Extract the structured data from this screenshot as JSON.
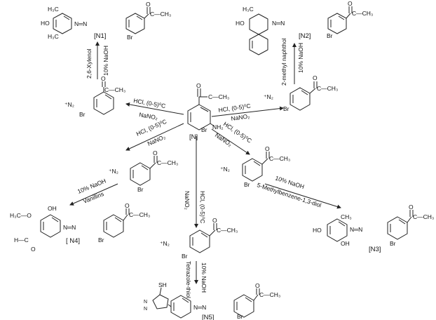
{
  "compounds": {
    "n": "[N]",
    "n1": "[N1]",
    "n2": "[N2]",
    "n3": "[N3]",
    "n4": "[ N4]",
    "n5": "[N5]"
  },
  "groups": {
    "acetyl": "C—CH₃",
    "carbonyl_o": "O",
    "azo": "N═N",
    "br": "Br",
    "nh2": "NH₂",
    "diazonium": "⁺N₂",
    "ho": "HO",
    "oh": "OH",
    "ch3": "CH₃",
    "h3c": "H₃C",
    "h3co": "H₃C—O",
    "cho": "H—C",
    "sh": "SH"
  },
  "reagents": {
    "r_n1_a": "2,6-Xylenol",
    "r_n1_b": "10% NaOH",
    "r_n2_a": "2-methyl naphthol",
    "r_n2_b": "10% NaOH",
    "r_left_a": "HCl, (0-5)⁰C",
    "r_left_b": "NaNO₂",
    "r_right_a": "HCl, (0-5)⁰C",
    "r_right_b": "NaNO₂",
    "r_lowleft_a": "HCl, (0-5)⁰C",
    "r_lowleft_b": "NaNO₂",
    "r_lowright_a": "HCl, (0-5)⁰C",
    "r_lowright_b": "NaNO₂",
    "r_down_a": "HCl, (0-5)⁰C",
    "r_down_b": "NaNO₂",
    "r_n4_a": "10% NaOH",
    "r_n4_b": "Vanillins",
    "r_n3_a": "10% NaOH",
    "r_n3_b": "5-Methylbenzene-1,3-diol",
    "r_n5_a": "Tetrazole-thiol",
    "r_n5_b": "10% NaOH"
  }
}
